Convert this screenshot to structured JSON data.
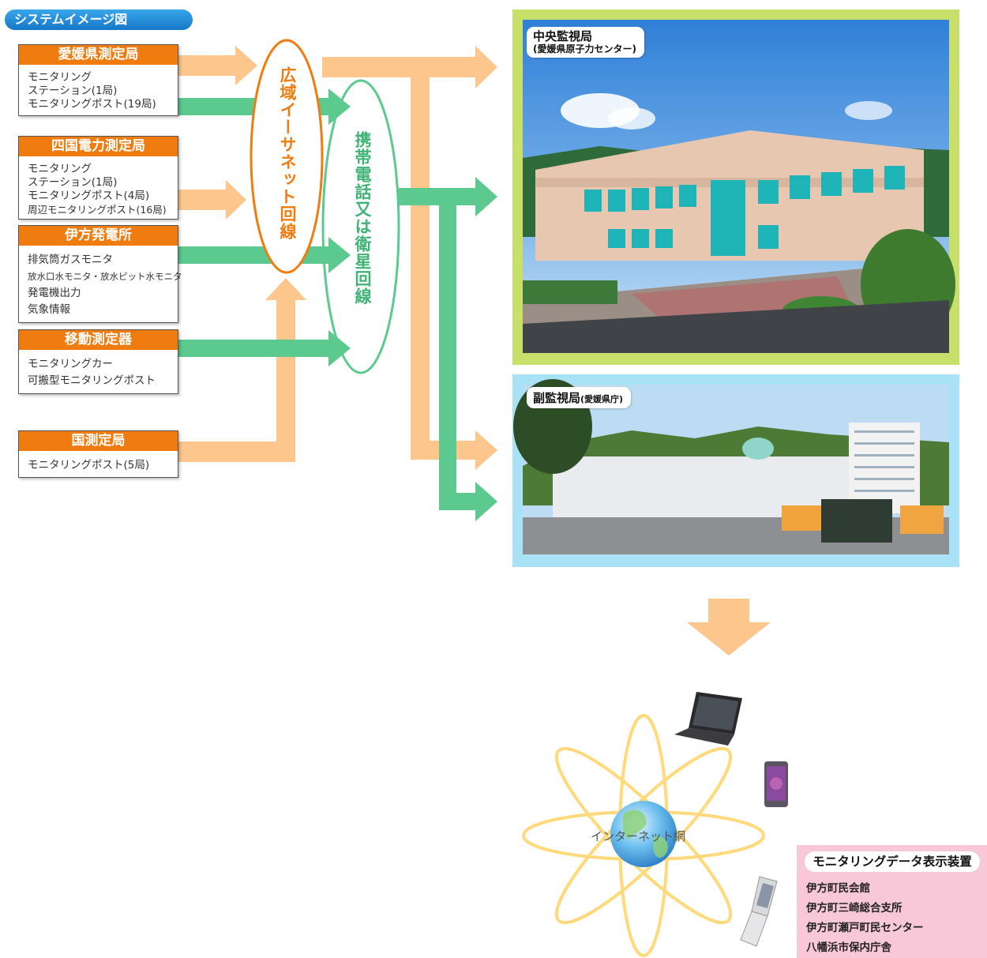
{
  "title": "システムイメージ図",
  "sources": [
    {
      "name": "愛媛県測定局",
      "lines": [
        "モニタリング",
        "ステーション(1局)",
        "モニタリングポスト(19局)"
      ]
    },
    {
      "name": "四国電力測定局",
      "lines": [
        "モニタリング",
        "ステーション(1局)",
        "モニタリングポスト(4局)",
        "周辺モニタリングポスト(16局)"
      ]
    },
    {
      "name": "伊方発電所",
      "lines": [
        "排気筒ガスモニタ",
        "放水口水モニタ・放水ピット水モニタ",
        "発電機出力",
        "気象情報"
      ]
    },
    {
      "name": "移動測定器",
      "lines": [
        "モニタリングカー",
        "可搬型モニタリングポスト"
      ]
    },
    {
      "name": "国測定局",
      "lines": [
        "モニタリングポスト(5局)"
      ]
    }
  ],
  "networks": {
    "wide_area": "広域イーサネット回線",
    "mobile_satellite": "携帯電話又は衛星回線"
  },
  "monitoring_stations": {
    "central": {
      "name": "中央監視局",
      "sub": "(愛媛県原子力センター)"
    },
    "deputy": {
      "name": "副監視局",
      "sub": "(愛媛県庁)"
    }
  },
  "internet_label": "インターネット網",
  "display_devices": {
    "title": "モニタリングデータ表示装置",
    "items": [
      "伊方町民会館",
      "伊方町三崎総合支所",
      "伊方町瀬戸町民センター",
      "八幡浜市保内庁舎"
    ]
  },
  "colors": {
    "orange_header": "#f07c10",
    "orange_arrow": "#fcc68c",
    "green_arrow": "#5cc98e",
    "central_frame": "#c8df6a",
    "deputy_frame": "#a9e2f7",
    "display_bg": "#f8c8d8",
    "title_blue": "#1f86d6"
  },
  "icons": [
    "laptop-icon",
    "smartphone-icon",
    "flip-phone-icon",
    "globe-icon"
  ]
}
